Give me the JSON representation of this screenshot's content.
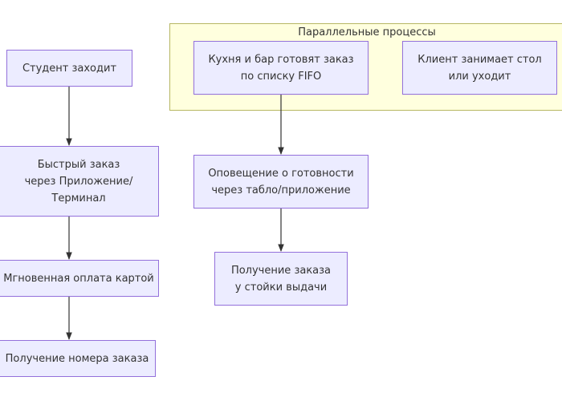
{
  "group": {
    "title": "Параллельные процессы",
    "fill": "#ffffde",
    "stroke": "#b7b763"
  },
  "node_style": {
    "fill": "#ececff",
    "stroke": "#9370db"
  },
  "nodes": {
    "student_enters": "Студент заходит",
    "quick_order": "Быстрый заказ\nчерез Приложение/\nТерминал",
    "instant_payment": "Мгновенная оплата картой",
    "order_number": "Получение номера заказа",
    "kitchen_bar": "Кухня и бар готовят заказ\nпо списку FIFO",
    "client_table": "Клиент занимает стол\nили уходит",
    "ready_notification": "Оповещение о готовности\nчерез табло/приложение",
    "order_pickup": "Получение заказа\nу стойки выдачи"
  },
  "edges": [
    {
      "from": "student_enters",
      "to": "quick_order"
    },
    {
      "from": "quick_order",
      "to": "instant_payment"
    },
    {
      "from": "instant_payment",
      "to": "order_number"
    },
    {
      "from": "kitchen_bar",
      "to": "ready_notification"
    },
    {
      "from": "ready_notification",
      "to": "order_pickup"
    }
  ]
}
